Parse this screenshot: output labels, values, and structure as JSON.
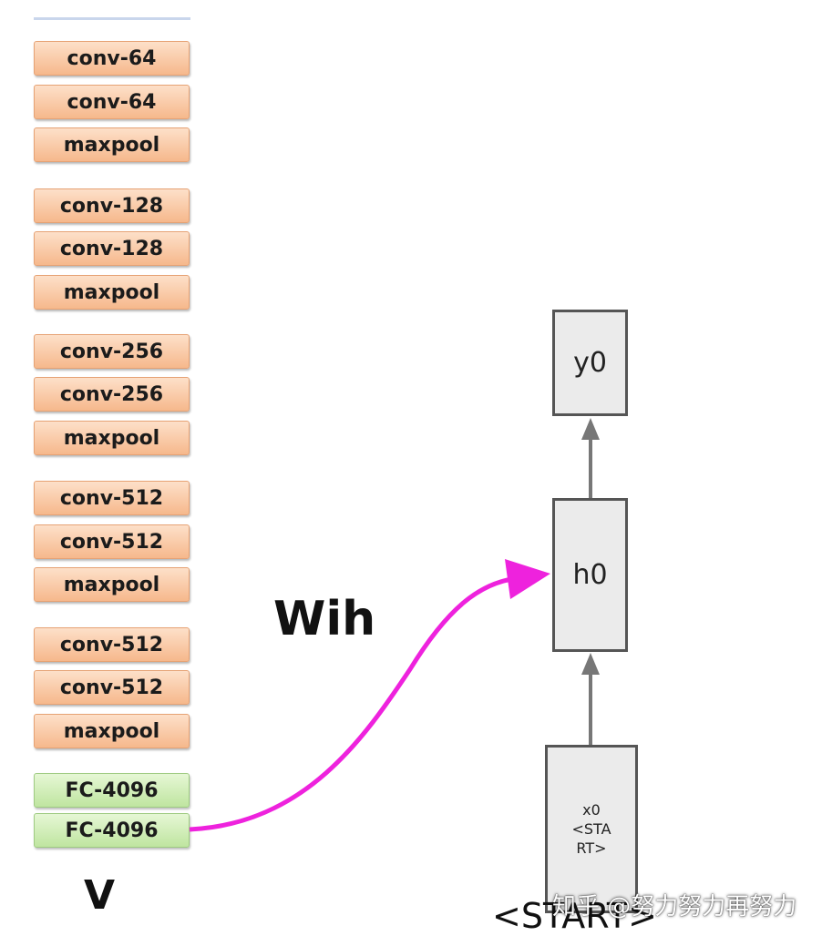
{
  "cnn_layers": [
    {
      "label": "conv-64",
      "kind": "conv"
    },
    {
      "label": "conv-64",
      "kind": "conv"
    },
    {
      "label": "maxpool",
      "kind": "pool"
    },
    {
      "label": "conv-128",
      "kind": "conv"
    },
    {
      "label": "conv-128",
      "kind": "conv"
    },
    {
      "label": "maxpool",
      "kind": "pool"
    },
    {
      "label": "conv-256",
      "kind": "conv"
    },
    {
      "label": "conv-256",
      "kind": "conv"
    },
    {
      "label": "maxpool",
      "kind": "pool"
    },
    {
      "label": "conv-512",
      "kind": "conv"
    },
    {
      "label": "conv-512",
      "kind": "conv"
    },
    {
      "label": "maxpool",
      "kind": "pool"
    },
    {
      "label": "conv-512",
      "kind": "conv"
    },
    {
      "label": "conv-512",
      "kind": "conv"
    },
    {
      "label": "maxpool",
      "kind": "pool"
    },
    {
      "label": "FC-4096",
      "kind": "fc"
    },
    {
      "label": "FC-4096",
      "kind": "fc"
    }
  ],
  "v_label": "V",
  "wih_label": "Wih",
  "rnn": {
    "y0": "y0",
    "h0": "h0",
    "x0": "x0\n<STA\nRT>",
    "start": "<START>"
  },
  "watermark": "知乎 @努力努力再努力",
  "colors": {
    "conv": "#f6b88c",
    "fc": "#bfe5a0",
    "node_fill": "#ebebeb",
    "node_border": "#555555",
    "connector": "#ee22dd"
  }
}
